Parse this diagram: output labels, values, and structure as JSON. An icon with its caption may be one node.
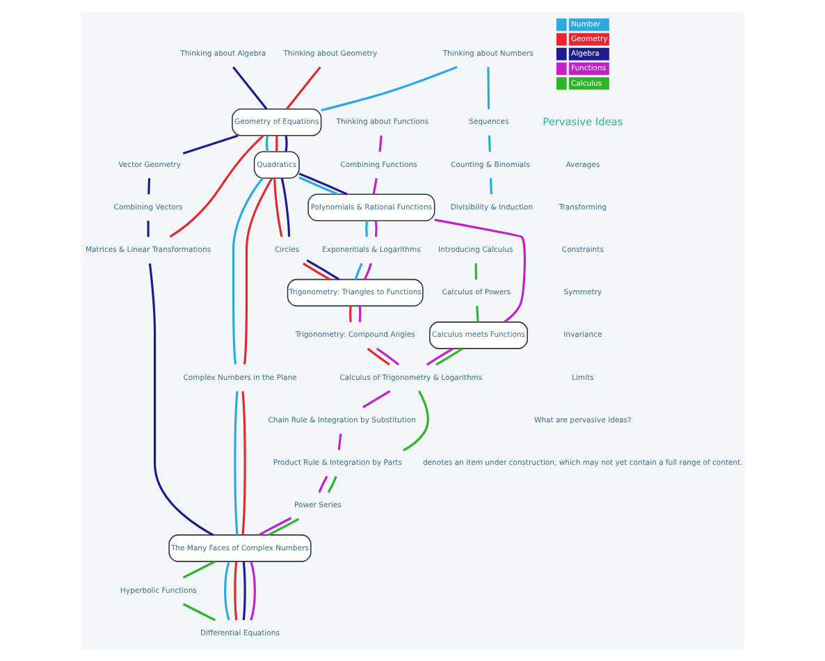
{
  "diagram": {
    "nodes": [
      {
        "text": [
          "Thinking about Numbers"
        ]
      },
      {
        "text": [
          "Thinking about Geometry"
        ]
      },
      {
        "text": [
          "Geometry of Equations"
        ]
      },
      {
        "text": [
          "Quadratics"
        ]
      },
      {
        "text": [
          "Thinking about Algebra"
        ]
      },
      {
        "text": [
          "Sequences"
        ]
      },
      {
        "text": [
          "Counting & Binomials"
        ]
      },
      {
        "text": [
          "Divisibility & Induction"
        ]
      },
      {
        "text": [
          "Vector Geometry"
        ]
      },
      {
        "text": [
          "Complex Numbers in the Plane"
        ]
      },
      {
        "text": [
          "Circles"
        ]
      },
      {
        "text": [
          "Thinking about Functions"
        ]
      },
      {
        "text": [
          "Combining Functions"
        ]
      },
      {
        "text": [
          "Polynomials & Rational Functions"
        ]
      },
      {
        "text": [
          "Exponentials & Logarithms"
        ]
      },
      {
        "text": [
          "Introducing Calculus"
        ]
      },
      {
        "text": [
          "Trigonometry: Triangles to Functions"
        ]
      },
      {
        "text": [
          "Calculus of Powers"
        ]
      },
      {
        "text": [
          "Trigonometry: Compound Angles"
        ]
      },
      {
        "text": [
          "Calculus meets Functions"
        ]
      },
      {
        "text": [
          "Combining Vectors"
        ]
      },
      {
        "text": [
          "Calculus of Trigonometry & Logarithms"
        ]
      },
      {
        "text": [
          "Matrices & Linear Transformations"
        ]
      },
      {
        "text": [
          "Chain Rule & Integration by Substitution"
        ]
      },
      {
        "text": [
          "Product Rule & Integration by Parts"
        ]
      },
      {
        "text": [
          "Power Series"
        ]
      },
      {
        "text": [
          "The Many Faces of Complex Numbers"
        ]
      },
      {
        "text": [
          "Hyperbolic Functions"
        ]
      },
      {
        "text": [
          "Differential Equations"
        ]
      }
    ],
    "edges": [
      {
        "from": 0,
        "to": 5,
        "arrow": "none",
        "color": "#29abe2"
      },
      {
        "from": 5,
        "to": 6,
        "arrow": "none",
        "color": "#29abe2"
      },
      {
        "from": 6,
        "to": 7,
        "arrow": "none",
        "color": "#29abe2"
      },
      {
        "from": 0,
        "to": 2,
        "arrow": "none",
        "color": "#29abe2"
      },
      {
        "from": 2,
        "to": 3,
        "arrow": "none",
        "color": "#29abe2"
      },
      {
        "from": 3,
        "to": 13,
        "arrow": "none",
        "color": "#29abe2"
      },
      {
        "from": 13,
        "to": 14,
        "arrow": "none",
        "color": "#29abe2"
      },
      {
        "from": 14,
        "to": 16,
        "arrow": "none",
        "color": "#29abe2"
      },
      {
        "from": 3,
        "to": 9,
        "arrow": "none",
        "color": "#29abe2"
      },
      {
        "from": 9,
        "to": 26,
        "arrow": "none",
        "color": "#29abe2"
      },
      {
        "from": 26,
        "to": 28,
        "arrow": "none",
        "color": "#29abe2"
      },
      {
        "from": 1,
        "to": 2,
        "arrow": "none",
        "color": "#e8262f"
      },
      {
        "from": 2,
        "to": 3,
        "arrow": "none",
        "color": "#e8262f"
      },
      {
        "from": 3,
        "to": 10,
        "arrow": "none",
        "color": "#e8262f"
      },
      {
        "from": 10,
        "to": 16,
        "arrow": "none",
        "color": "#e8262f"
      },
      {
        "from": 16,
        "to": 18,
        "arrow": "none",
        "color": "#e8262f"
      },
      {
        "from": 18,
        "to": 21,
        "arrow": "none",
        "color": "#e8262f"
      },
      {
        "from": 2,
        "to": 22,
        "arrow": "none",
        "color": "#e8262f"
      },
      {
        "from": 3,
        "to": 9,
        "arrow": "none",
        "color": "#e8262f"
      },
      {
        "from": 9,
        "to": 26,
        "arrow": "none",
        "color": "#e8262f"
      },
      {
        "from": 26,
        "to": 28,
        "arrow": "none",
        "color": "#e8262f"
      },
      {
        "from": 4,
        "to": 2,
        "arrow": "none",
        "color": "#1f1a8f"
      },
      {
        "from": 2,
        "to": 8,
        "arrow": "none",
        "color": "#1f1a8f"
      },
      {
        "from": 8,
        "to": 20,
        "arrow": "none",
        "color": "#1f1a8f"
      },
      {
        "from": 20,
        "to": 22,
        "arrow": "none",
        "color": "#1f1a8f"
      },
      {
        "from": 22,
        "to": 26,
        "arrow": "none",
        "color": "#1f1a8f"
      },
      {
        "from": 26,
        "to": 28,
        "arrow": "none",
        "color": "#1f1a8f"
      },
      {
        "from": 2,
        "to": 3,
        "arrow": "none",
        "color": "#1f1a8f"
      },
      {
        "from": 3,
        "to": 10,
        "arrow": "none",
        "color": "#1f1a8f"
      },
      {
        "from": 10,
        "to": 16,
        "arrow": "none",
        "color": "#1f1a8f"
      },
      {
        "from": 3,
        "to": 13,
        "arrow": "none",
        "color": "#1f1a8f"
      },
      {
        "from": 11,
        "to": 12,
        "arrow": "none",
        "color": "#c41fc8"
      },
      {
        "from": 12,
        "to": 13,
        "arrow": "none",
        "color": "#c41fc8"
      },
      {
        "from": 13,
        "to": 14,
        "arrow": "none",
        "color": "#c41fc8"
      },
      {
        "from": 14,
        "to": 16,
        "arrow": "none",
        "color": "#c41fc8"
      },
      {
        "from": 16,
        "to": 18,
        "arrow": "none",
        "color": "#c41fc8"
      },
      {
        "from": 18,
        "to": 21,
        "arrow": "none",
        "color": "#c41fc8"
      },
      {
        "from": 13,
        "to": 19,
        "arrow": "none",
        "color": "#c41fc8"
      },
      {
        "from": 19,
        "to": 21,
        "arrow": "none",
        "color": "#c41fc8"
      },
      {
        "from": 21,
        "to": 23,
        "arrow": "none",
        "color": "#c41fc8"
      },
      {
        "from": 23,
        "to": 24,
        "arrow": "none",
        "color": "#c41fc8"
      },
      {
        "from": 24,
        "to": 25,
        "arrow": "none",
        "color": "#c41fc8"
      },
      {
        "from": 25,
        "to": 26,
        "arrow": "none",
        "color": "#c41fc8"
      },
      {
        "from": 26,
        "to": 28,
        "arrow": "none",
        "color": "#c41fc8"
      },
      {
        "from": 15,
        "to": 17,
        "arrow": "none",
        "color": "#2db52a"
      },
      {
        "from": 17,
        "to": 19,
        "arrow": "none",
        "color": "#2db52a"
      },
      {
        "from": 19,
        "to": 21,
        "arrow": "none",
        "color": "#2db52a"
      },
      {
        "from": 21,
        "to": 24,
        "arrow": "none",
        "color": "#2db52a"
      },
      {
        "from": 24,
        "to": 25,
        "arrow": "none",
        "color": "#2db52a"
      },
      {
        "from": 25,
        "to": 26,
        "arrow": "none",
        "color": "#2db52a"
      },
      {
        "from": 26,
        "to": 27,
        "arrow": "none",
        "color": "#2db52a"
      },
      {
        "from": 27,
        "to": 28,
        "arrow": "none",
        "color": "#2db52a"
      }
    ],
    "labels": [
      "Pervasive Ideas",
      "Averages",
      "Transforming",
      "Constraints",
      "Symmetry",
      "Invariance",
      "Limits",
      "What are pervasive ideas?",
      "denotes an item under construction, which may not yet contain a full range of content."
    ],
    "legend": [
      {
        "text": "Number",
        "color": "#29abe2"
      },
      {
        "text": "Geometry",
        "color": "#e8262f"
      },
      {
        "text": "Algebra",
        "color": "#1f1a8f"
      },
      {
        "text": "Functions",
        "color": "#c41fc8"
      },
      {
        "text": "Calculus",
        "color": "#2db52a"
      }
    ]
  }
}
